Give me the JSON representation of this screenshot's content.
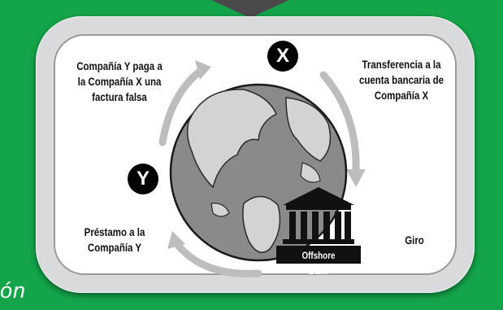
{
  "labels": {
    "top_left": "Compañía Y paga a la Compañía X una factura falsa",
    "top_right": "Transferencia a la cuenta bancaria de Compañía X",
    "bottom_left": "Préstamo a la Compañía Y",
    "bottom_right": "Giro",
    "bank": "Offshore Bank"
  },
  "badges": {
    "x": "X",
    "y": "Y"
  },
  "partial_text": "ón",
  "colors": {
    "background": "#14a54a",
    "frame": "#d9dadc",
    "arrow": "#bdbdbd",
    "globe": "#8a8a8a",
    "land": "#cfcfcf"
  }
}
